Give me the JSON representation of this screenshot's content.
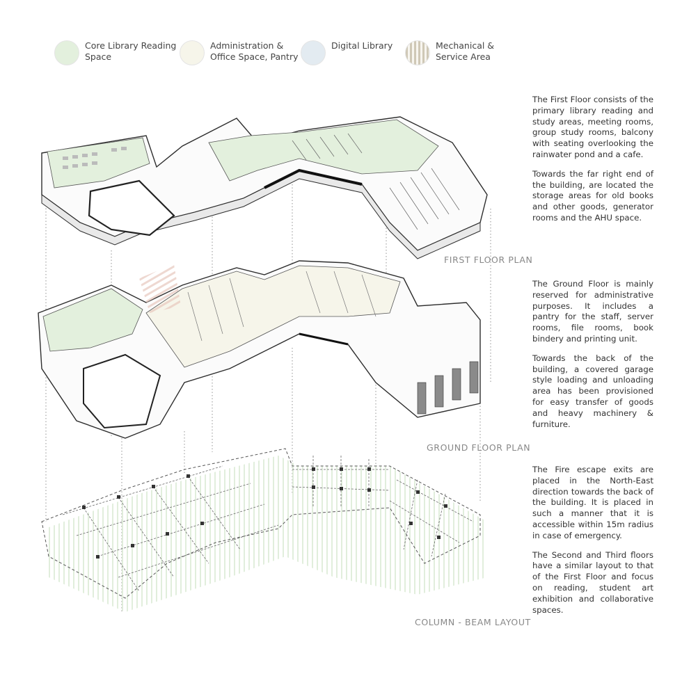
{
  "legend": [
    {
      "label": "Core Library Reading\nSpace",
      "color": "#e3f0dd"
    },
    {
      "label": "Administration &\nOffice Space, Pantry",
      "color": "#f6f5ea"
    },
    {
      "label": "Digital Library",
      "color": "#e3ebf1"
    },
    {
      "label": "Mechanical &\nService Area",
      "color": "#d4cfbf",
      "pattern": "vertical-stripes"
    }
  ],
  "descriptions": {
    "first_floor": [
      "The First Floor consists of the primary library reading and study areas, meeting rooms, group study rooms, balcony with seating overlooking the rainwater pond and a cafe.",
      "Towards the far right end of the building, are located the storage areas for old books and other goods, generator rooms and the AHU space."
    ],
    "ground_floor": [
      "The Ground Floor is mainly reserved for administrative purposes. It includes a pantry for the staff, server rooms, file rooms, book bindery and printing unit.",
      "Towards the back of the building, a covered garage style loading and unloading area has been provisioned for easy transfer of goods and heavy machinery & furniture."
    ],
    "structure": [
      "The Fire escape exits are placed in the North-East direction towards the back of the building. It is placed in such a manner that it is accessible within 15m radius in case of emergency.",
      "The Second and Third floors have a similar layout to that of the First Floor and focus on reading, student art exhibition and collaborative spaces."
    ]
  },
  "labels": {
    "first_floor": "FIRST FLOOR PLAN",
    "ground_floor": "GROUND FLOOR PLAN",
    "column_beam": "COLUMN - BEAM LAYOUT"
  }
}
